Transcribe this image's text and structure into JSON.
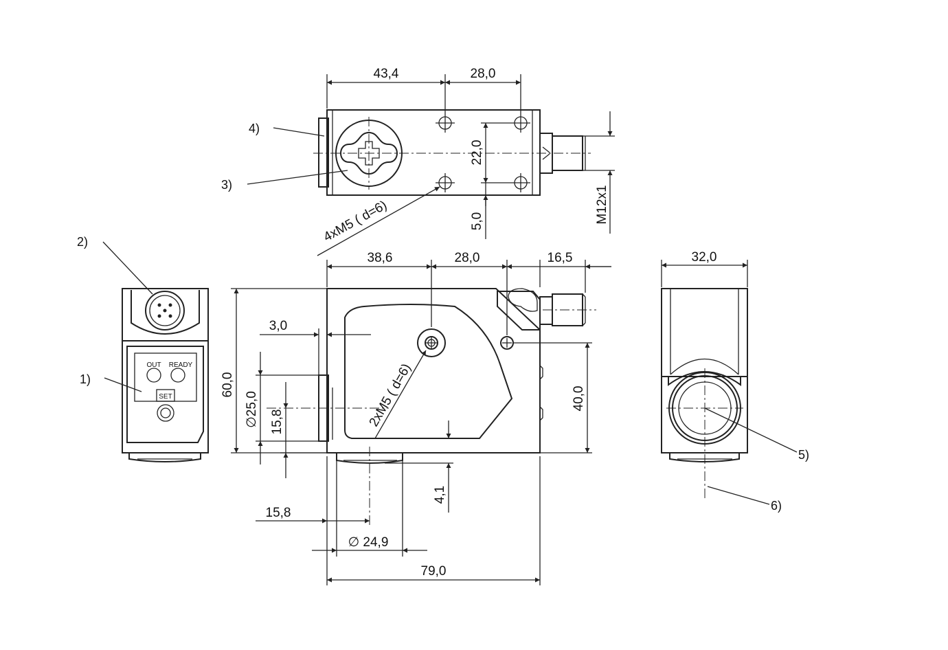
{
  "dimensions": {
    "top_43_4": "43,4",
    "top_28_0": "28,0",
    "top_22_0": "22,0",
    "top_5_0": "5,0",
    "top_m12": "M12x1",
    "top_4xm5": "4xM5 ( d=6)",
    "side_38_6": "38,6",
    "side_28_0": "28,0",
    "side_16_5": "16,5",
    "side_3_0": "3,0",
    "side_60_0": "60,0",
    "side_dia25": "25,0",
    "side_15_8v": "15,8",
    "side_2xm5": "2xM5 ( d=6)",
    "side_40_0": "40,0",
    "side_4_1": "4,1",
    "side_15_8h": "15,8",
    "side_dia24_9": "24,9",
    "side_79_0": "79,0",
    "right_32_0": "32,0",
    "diameter_symbol": "∅"
  },
  "callouts": {
    "c1": "1)",
    "c2": "2)",
    "c3": "3)",
    "c4": "4)",
    "c5": "5)",
    "c6": "6)"
  },
  "panel": {
    "out": "OUT",
    "ready": "READY",
    "set": "SET"
  }
}
